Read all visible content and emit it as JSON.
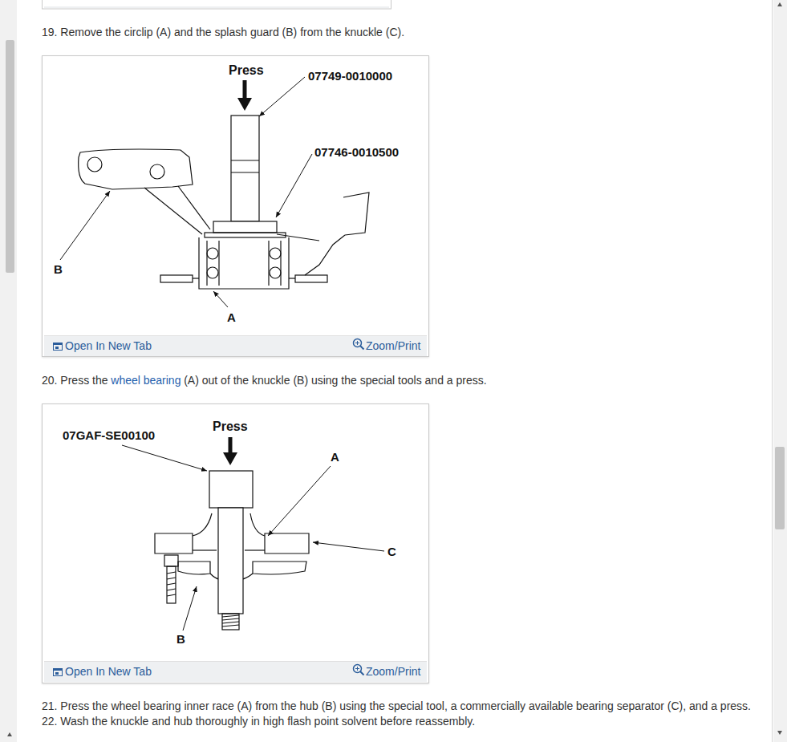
{
  "diagram": {
    "nodes": [
      {
        "text": [
          "Press",
          "07749-0010000",
          "07746-0010500",
          "B",
          "A",
          "Open In New Tab",
          "Zoom/Print"
        ]
      },
      {
        "text": [
          "07GAF-SE00100",
          "Press",
          "A",
          "C",
          "B",
          "Open In New Tab",
          "Zoom/Print"
        ]
      }
    ],
    "labels": [
      "19. Remove the circlip (A) and the splash guard (B) from the knuckle (C).",
      "20. Press the",
      "wheel bearing",
      "(A) out of the knuckle (B) using the special tools and a press.",
      "21. Press the wheel bearing inner race (A) from the hub (B) using the special tool, a commercially available bearing separator (C), and a press.",
      "22. Wash the knuckle and hub thoroughly in high flash point solvent before reassembly."
    ]
  }
}
